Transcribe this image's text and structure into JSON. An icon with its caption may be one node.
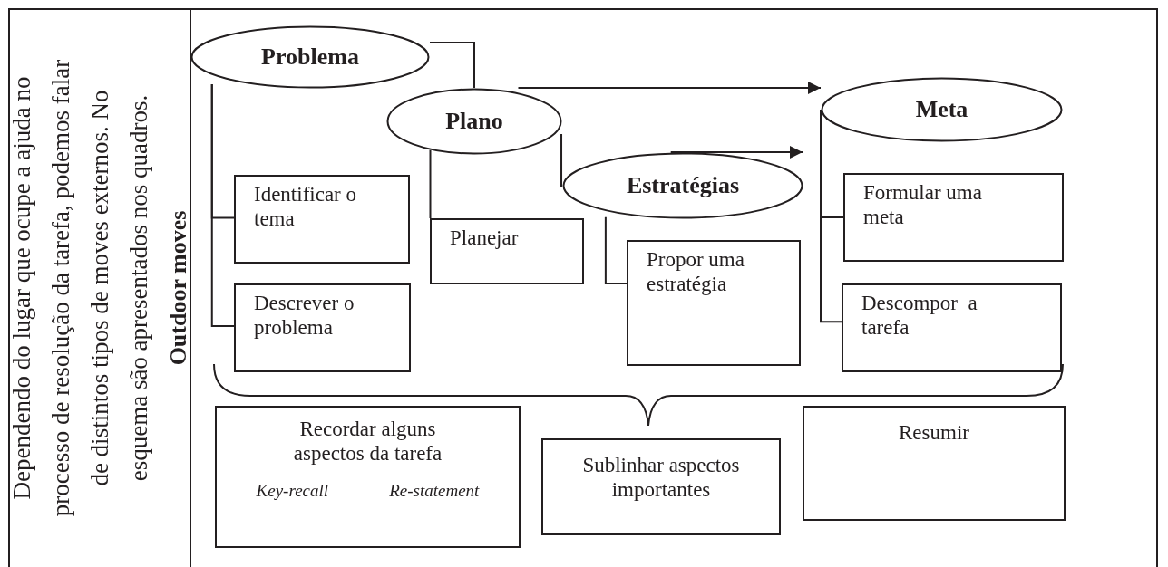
{
  "diagram": {
    "nodes": [
      {
        "text": [
          "Problema"
        ]
      },
      {
        "text": [
          "Plano"
        ]
      },
      {
        "text": [
          "Estratégias"
        ]
      },
      {
        "text": [
          "Meta"
        ]
      },
      {
        "text": [
          "Identificar o tema"
        ]
      },
      {
        "text": [
          "Descrever o problema"
        ]
      },
      {
        "text": [
          "Planejar"
        ]
      },
      {
        "text": [
          "Propor uma estratégia"
        ]
      },
      {
        "text": [
          "Formular uma meta"
        ]
      },
      {
        "text": [
          "Descompor  a tarefa"
        ]
      },
      {
        "text": [
          "Recordar alguns aspectos da tarefa",
          "Key-recall",
          "Re-statement"
        ]
      },
      {
        "text": [
          "Sublinhar aspectos importantes"
        ]
      },
      {
        "text": [
          "Resumir"
        ]
      }
    ],
    "edges": [
      {
        "from": 0,
        "to": 1,
        "arrow": "none"
      },
      {
        "from": 0,
        "to": 4,
        "arrow": "none"
      },
      {
        "from": 0,
        "to": 5,
        "arrow": "none"
      },
      {
        "from": 1,
        "to": 2,
        "arrow": "none"
      },
      {
        "from": 1,
        "to": 6,
        "arrow": "none"
      },
      {
        "from": 2,
        "to": 7,
        "arrow": "none"
      },
      {
        "from": 3,
        "to": 8,
        "arrow": "none"
      },
      {
        "from": 3,
        "to": 9,
        "arrow": "none"
      },
      {
        "from": 1,
        "to": 3,
        "arrow": "to"
      },
      {
        "from": 2,
        "to": null,
        "arrow": "to"
      }
    ],
    "labels": [
      "Dependendo do lugar que ocupe a ajuda no processo de resolução da tarefa, podemos falar de distintos tipos de moves externos. No esquema são apresentados nos quadros.",
      "Outdoor moves"
    ]
  }
}
